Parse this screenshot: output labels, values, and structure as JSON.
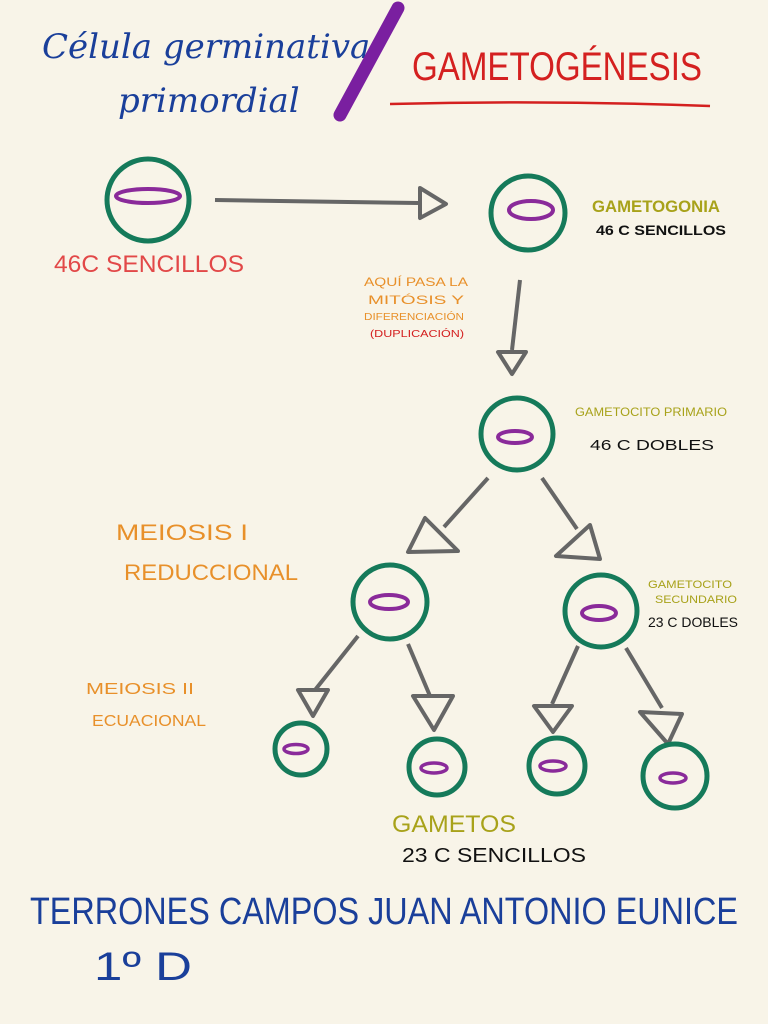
{
  "header": {
    "left_line1": "Célula germinativa",
    "left_line2": "primordial",
    "right_title": "GAMETOGÉNESIS"
  },
  "cells": {
    "primordial_label": "46C SENCILLOS",
    "gametogonia_name": "GAMETOGONIA",
    "gametogonia_chrom": "46 C SENCILLOS",
    "primary_name": "GAMETOCITO PRIMARIO",
    "primary_chrom": "46 C DOBLES",
    "secondary_name_line1": "GAMETOCITO",
    "secondary_name_line2": "SECUNDARIO",
    "secondary_chrom": "23 C DOBLES",
    "gametes_name": "GAMETOS",
    "gametes_chrom": "23 C SENCILLOS"
  },
  "notes": {
    "mitosis_line1": "AQUÍ PASA LA",
    "mitosis_line2": "MITÓSIS Y",
    "mitosis_line3": "DIFERENCIACIÓN",
    "mitosis_line4": "(DUPLICACIÓN)",
    "meiosis1_line1": "MEIOSIS I",
    "meiosis1_line2": "REDUCCIONAL",
    "meiosis2_line1": "MEIOSIS II",
    "meiosis2_line2": "ECUACIONAL"
  },
  "author": {
    "name": "TERRONES CAMPOS JUAN ANTONIO EUNICE",
    "group": "1º D"
  },
  "colors": {
    "background": "#f8f4e8",
    "cell_border": "#157a5a",
    "nucleus": "#8a2a9a",
    "arrow": "#666666",
    "blue_ink": "#1a3f9a",
    "red_ink": "#d42020",
    "olive_ink": "#a8a21a",
    "orange_ink": "#e8902a",
    "divider_purple": "#7a1fa0"
  }
}
